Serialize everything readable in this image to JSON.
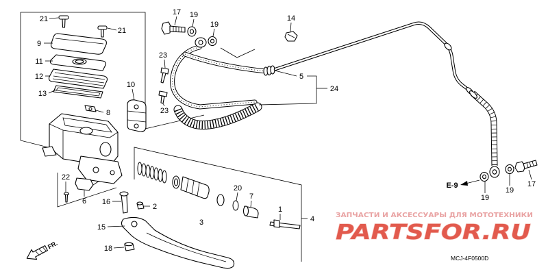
{
  "diagram": {
    "part_labels": [
      "21",
      "21",
      "9",
      "11",
      "12",
      "13",
      "8",
      "10",
      "23",
      "23",
      "17",
      "19",
      "19",
      "14",
      "5",
      "24",
      "22",
      "6",
      "16",
      "2",
      "3",
      "20",
      "7",
      "1",
      "4",
      "15",
      "18",
      "19",
      "19",
      "17"
    ],
    "reference": "E-9",
    "direction": "FR.",
    "catalog_code": "MCJ-4F0500D"
  },
  "watermark": {
    "tagline": "ЗАПЧАСТИ И АКСЕССУАРЫ ДЛЯ МОТОТЕХНИКИ",
    "logo": "PARTSFOR.RU"
  },
  "colors": {
    "line": "#000000",
    "background": "#ffffff",
    "watermark_text": "#e9a3a3",
    "logo": "#e25a4d",
    "logo_edge": "#f6c4be"
  }
}
